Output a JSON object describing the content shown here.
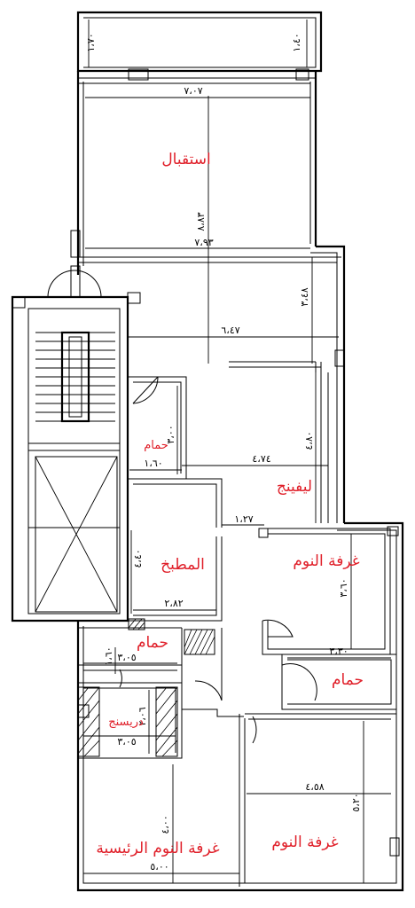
{
  "rooms": {
    "reception": "استقبال",
    "living": "ليفينج",
    "kitchen": "المطبخ",
    "bath_small": "حمام",
    "bath_lower": "حمام",
    "bath_right": "حمام",
    "bedroom_right": "غرفة النوم",
    "bedroom_bottom_right": "غرفة النوم",
    "master_bedroom": "غرفة النوم الرئيسية",
    "dressing": "دريسنج"
  },
  "dimensions": {
    "balcony_left": "١،٧٠",
    "balcony_right": "١،٤٠",
    "reception_width": "٧،٠٧",
    "reception_height": "٨،٨٣",
    "width_793": "٧،٩٣",
    "height_348": "٣،٤٨",
    "width_647": "٦،٤٧",
    "bath_height": "٣،٠٠",
    "width_160_a": "١،٦٠",
    "width_474": "٤،٧٤",
    "height_480": "٤،٨٠",
    "width_127": "١،٢٧",
    "kitchen_height": "٤،٤٠",
    "kitchen_width": "٢،٨٢",
    "bedroom_height": "٣،٦٠",
    "width_160_b": "١،٦٠",
    "width_305_a": "٣،٠٥",
    "width_330": "٣،٣٠",
    "dressing_height": "٢،٠٦",
    "width_305_b": "٣،٠٥",
    "width_458": "٤،٥٨",
    "height_520": "٥،٢٠",
    "master_height": "٤،٠٠",
    "master_width": "٥،٠٠"
  }
}
